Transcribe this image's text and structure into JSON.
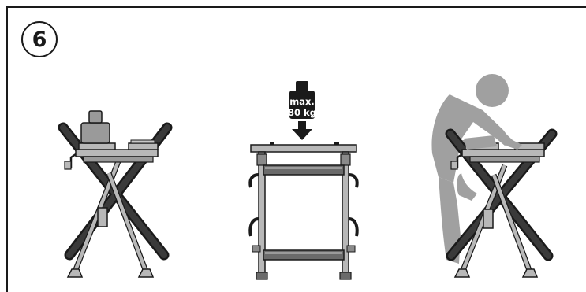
{
  "step": {
    "number": "6"
  },
  "load_limit": {
    "line1": "max.",
    "line2": "80 kg"
  },
  "colors": {
    "line": "#1a1a1a",
    "leg_dark": "#2b2b2b",
    "metal": "#b8b8b8",
    "figure": "#a0a0a0",
    "weight": "#1a1a1a"
  },
  "panels": [
    {
      "icon": "workbench-with-weight-icon"
    },
    {
      "icon": "workbench-load-limit-icon"
    },
    {
      "icon": "person-standing-on-workbench-prohibited-icon"
    }
  ]
}
